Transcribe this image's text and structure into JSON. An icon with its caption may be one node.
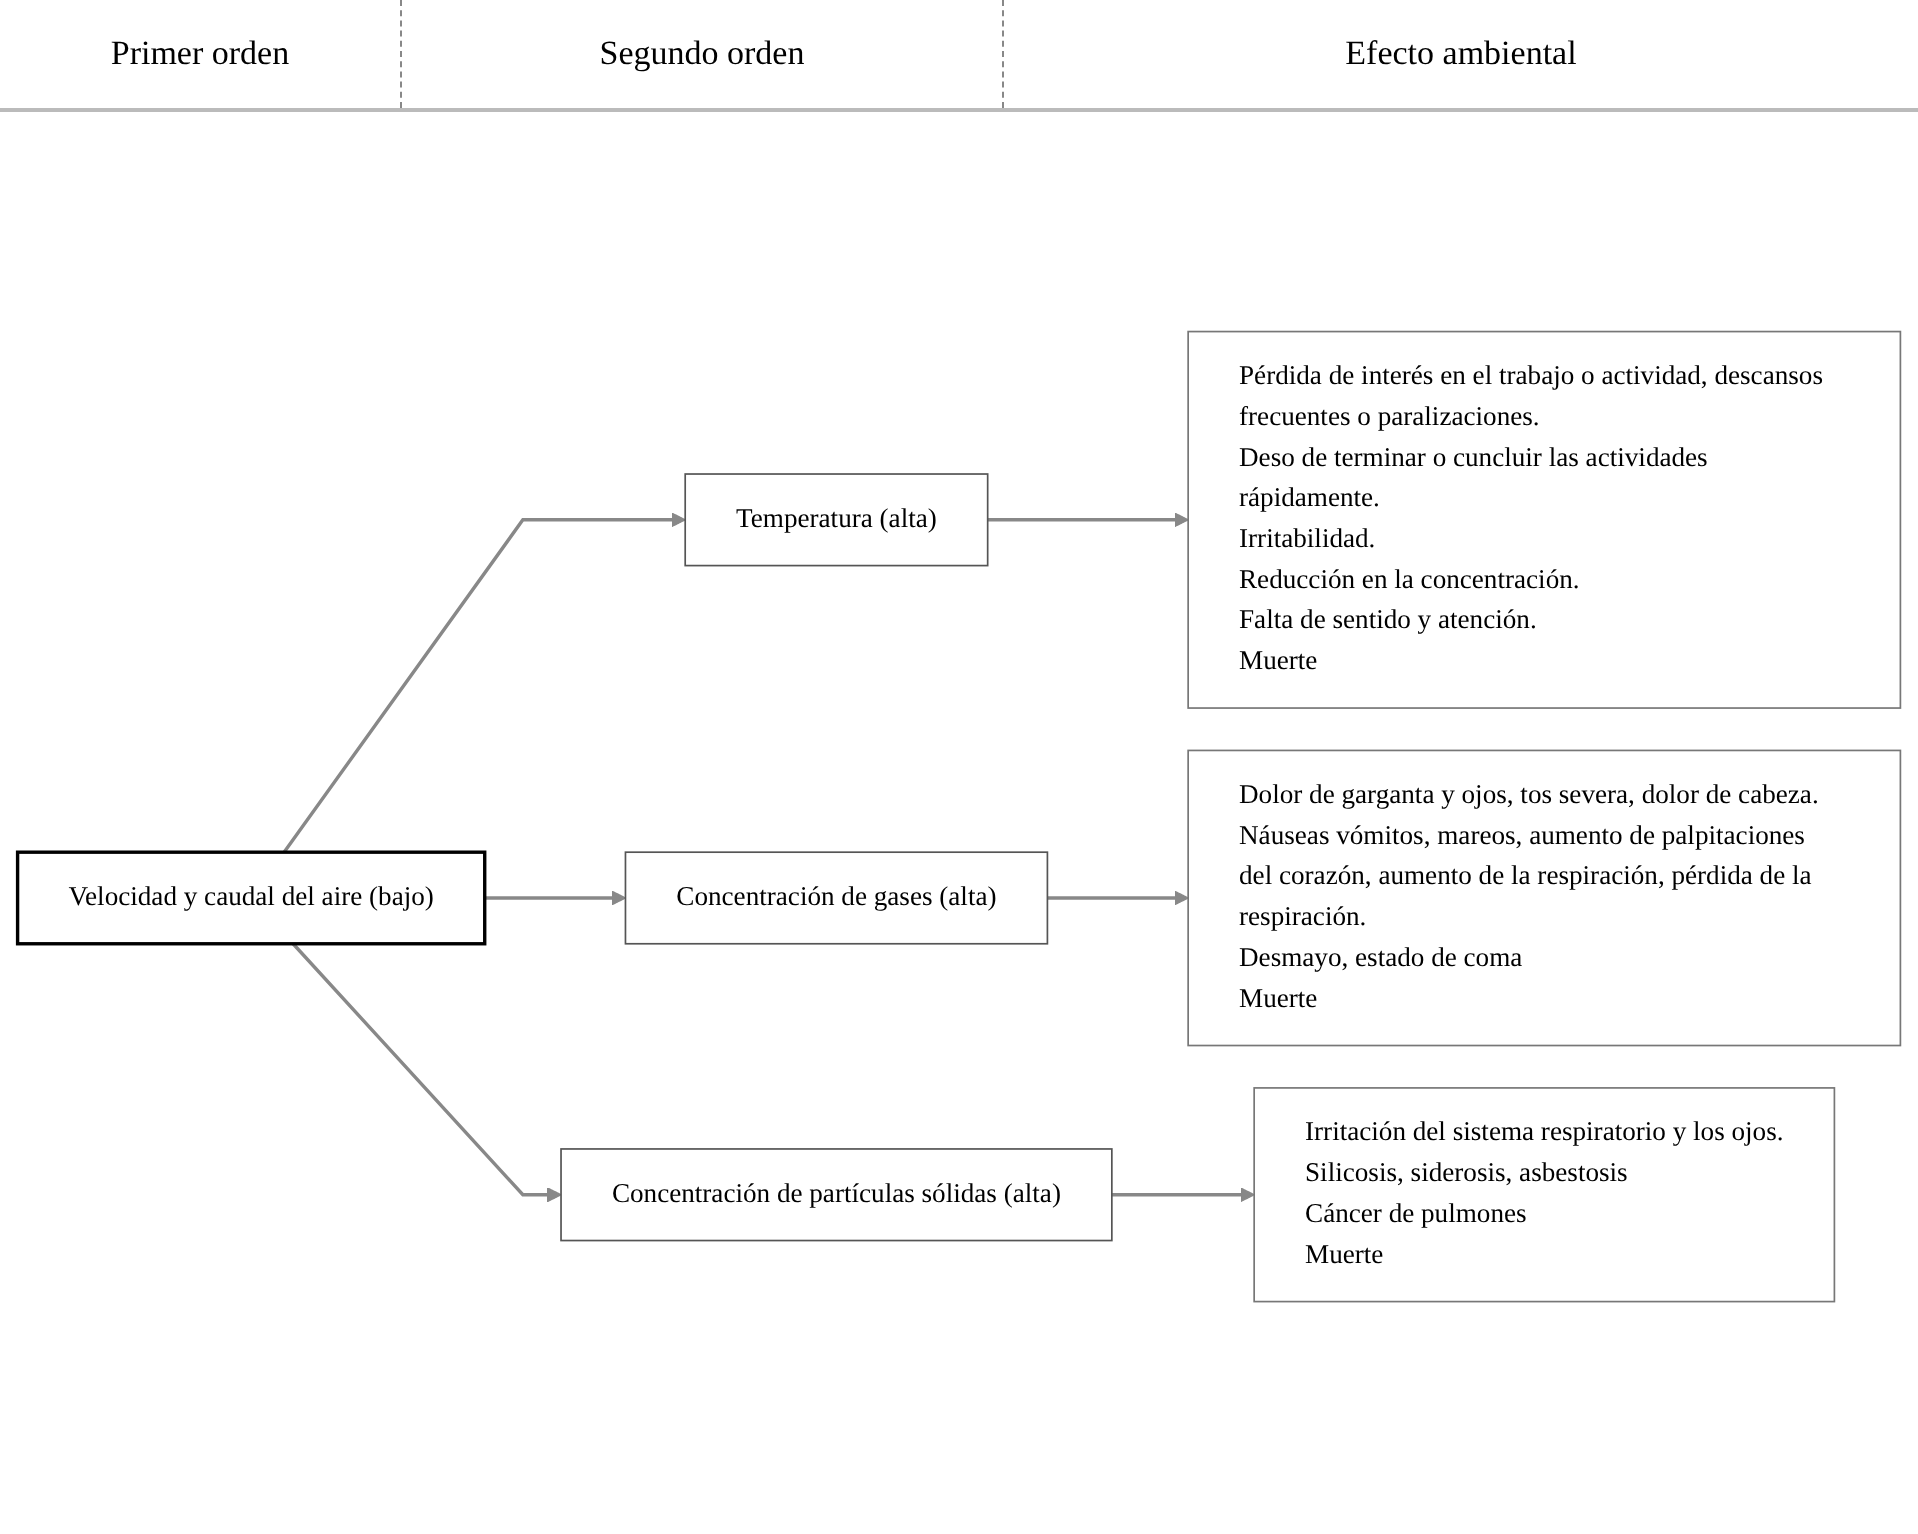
{
  "diagram": {
    "nodes": [
      {
        "text": [
          "Velocidad y caudal del aire (bajo)"
        ]
      },
      {
        "text": [
          "Temperatura (alta)"
        ]
      },
      {
        "text": [
          "Concentración de gases (alta)"
        ]
      },
      {
        "text": [
          "Concentración de partículas sólidas (alta)"
        ]
      },
      {
        "text": [
          "Pérdida de interés en el trabajo o actividad, descansos frecuentes o paralizaciones.",
          "Deso de terminar o cuncluir las actividades rápidamente.",
          "Irritabilidad.",
          "Reducción en la concentración.",
          "Falta de sentido y atención.",
          "Muerte"
        ]
      },
      {
        "text": [
          "Dolor de garganta y ojos, tos severa, dolor de cabeza.",
          "Náuseas vómitos, mareos, aumento de palpitaciones del corazón, aumento de la respiración, pérdida de la respiración.",
          "Desmayo, estado de coma",
          "Muerte"
        ]
      },
      {
        "text": [
          "Irritación del sistema respiratorio y los ojos.",
          "Silicosis, siderosis, asbestosis",
          "Cáncer de pulmones",
          "Muerte"
        ]
      }
    ],
    "edges": [
      {
        "from": 0,
        "to": 1,
        "arrow": "to"
      },
      {
        "from": 0,
        "to": 2,
        "arrow": "to"
      },
      {
        "from": 0,
        "to": 3,
        "arrow": "to"
      },
      {
        "from": 1,
        "to": 4,
        "arrow": "to"
      },
      {
        "from": 2,
        "to": 5,
        "arrow": "to"
      },
      {
        "from": 3,
        "to": 6,
        "arrow": "to"
      }
    ],
    "labels": [
      "Primer orden",
      "Segundo orden",
      "Efecto ambiental"
    ]
  }
}
